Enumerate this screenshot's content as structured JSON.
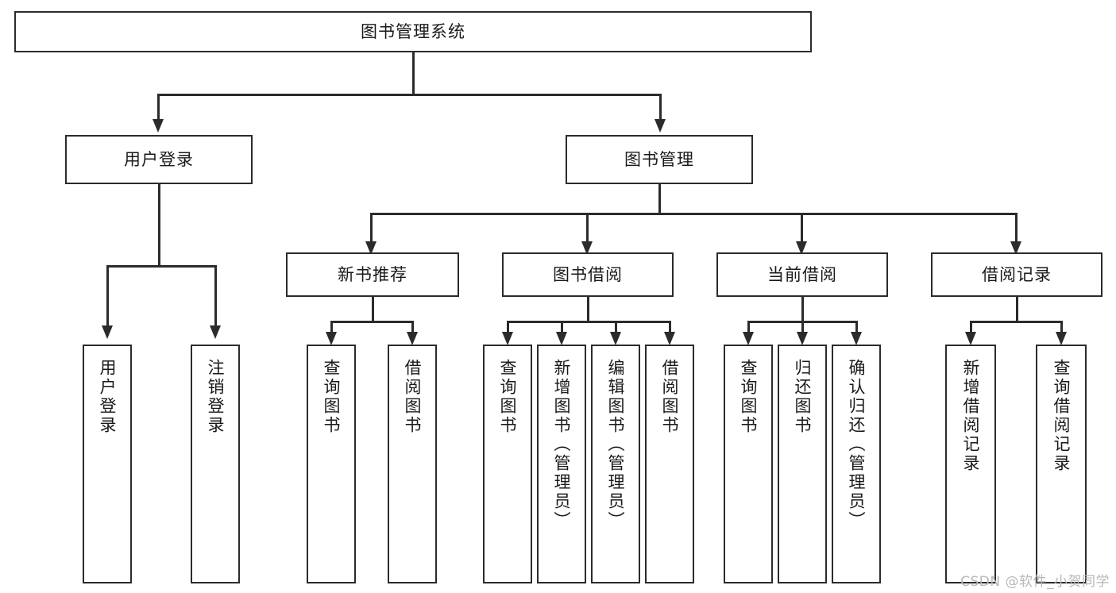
{
  "diagram": {
    "kind": "tree",
    "title": "图书管理系统",
    "watermark": "CSDN @软件_小贺同学",
    "root": {
      "id": "root",
      "label": "图书管理系统",
      "orientation": "horizontal"
    },
    "level2": [
      {
        "id": "user-login",
        "label": "用户登录",
        "orientation": "horizontal"
      },
      {
        "id": "book-manage",
        "label": "图书管理",
        "orientation": "horizontal"
      }
    ],
    "level3": [
      {
        "id": "new-book-recommend",
        "label": "新书推荐",
        "parent": "book-manage",
        "orientation": "horizontal"
      },
      {
        "id": "book-borrow",
        "label": "图书借阅",
        "parent": "book-manage",
        "orientation": "horizontal"
      },
      {
        "id": "current-borrow",
        "label": "当前借阅",
        "parent": "book-manage",
        "orientation": "horizontal"
      },
      {
        "id": "borrow-record",
        "label": "借阅记录",
        "parent": "book-manage",
        "orientation": "horizontal"
      }
    ],
    "leaves": [
      {
        "id": "leaf-user-login",
        "label": "用户登录",
        "parent": "user-login",
        "orientation": "vertical"
      },
      {
        "id": "leaf-logout-login",
        "label": "注销登录",
        "parent": "user-login",
        "orientation": "vertical"
      },
      {
        "id": "leaf-query-book-1",
        "label": "查询图书",
        "parent": "new-book-recommend",
        "orientation": "vertical"
      },
      {
        "id": "leaf-borrow-book-1",
        "label": "借阅图书",
        "parent": "new-book-recommend",
        "orientation": "vertical"
      },
      {
        "id": "leaf-query-book-2",
        "label": "查询图书",
        "parent": "book-borrow",
        "orientation": "vertical"
      },
      {
        "id": "leaf-add-book",
        "label": "新增图书（管理员）",
        "parent": "book-borrow",
        "orientation": "vertical"
      },
      {
        "id": "leaf-edit-book",
        "label": "编辑图书（管理员）",
        "parent": "book-borrow",
        "orientation": "vertical"
      },
      {
        "id": "leaf-borrow-book-2",
        "label": "借阅图书",
        "parent": "book-borrow",
        "orientation": "vertical"
      },
      {
        "id": "leaf-query-book-3",
        "label": "查询图书",
        "parent": "current-borrow",
        "orientation": "vertical"
      },
      {
        "id": "leaf-return-book",
        "label": "归还图书",
        "parent": "current-borrow",
        "orientation": "vertical"
      },
      {
        "id": "leaf-confirm-return",
        "label": "确认归还（管理员）",
        "parent": "current-borrow",
        "orientation": "vertical"
      },
      {
        "id": "leaf-add-record",
        "label": "新增借阅记录",
        "parent": "borrow-record",
        "orientation": "vertical"
      },
      {
        "id": "leaf-query-record",
        "label": "查询借阅记录",
        "parent": "borrow-record",
        "orientation": "vertical"
      }
    ],
    "colors": {
      "stroke": "#2b2b2b",
      "fill": "#ffffff",
      "text": "#1a1a1a",
      "watermark": "#b7b7b7"
    }
  }
}
